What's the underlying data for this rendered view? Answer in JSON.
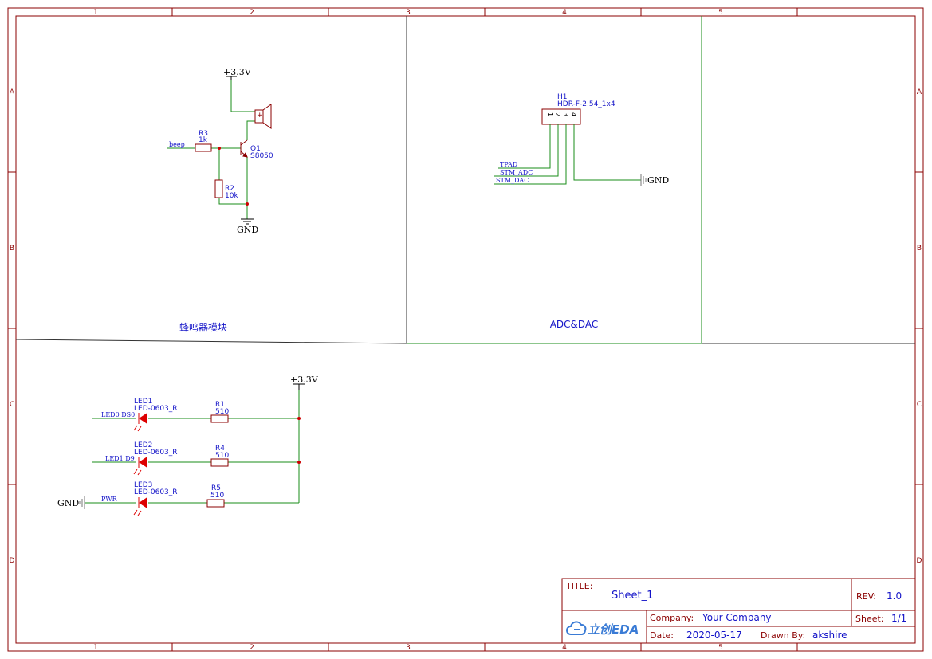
{
  "frame": {
    "column_labels": [
      "1",
      "2",
      "3",
      "4",
      "5"
    ],
    "row_labels": [
      "A",
      "B",
      "C",
      "D"
    ]
  },
  "colors": {
    "frame": "#8b0000",
    "wire": "#1a8c1a",
    "label_blue": "#1414c8",
    "component": "#8b0000",
    "junction": "#cc0000",
    "led": "#dd0000",
    "gnd": "#777777"
  },
  "regions": {
    "buzzer_title": "蜂鸣器模块",
    "adc_title": "ADC&DAC"
  },
  "buzzer": {
    "vcc": "+3.3V",
    "gnd": "GND",
    "net_beep": "beep",
    "r3_ref": "R3",
    "r3_val": "1k",
    "r2_ref": "R2",
    "r2_val": "10k",
    "q1_ref": "Q1",
    "q1_val": "S8050",
    "speaker_plus": "+"
  },
  "header": {
    "ref": "H1",
    "value": "HDR-F-2.54_1x4",
    "pins": [
      "1",
      "2",
      "3",
      "4"
    ],
    "nets": [
      "TPAD",
      "STM_ADC",
      "STM_DAC"
    ],
    "gnd": "GND"
  },
  "leds": {
    "vcc": "+3.3V",
    "gnd": "GND",
    "rows": [
      {
        "led_ref": "LED1",
        "led_val": "LED-0603_R",
        "net": "LED0 DS0",
        "r_ref": "R1",
        "r_val": "510"
      },
      {
        "led_ref": "LED2",
        "led_val": "LED-0603_R",
        "net": "LED1 D9",
        "r_ref": "R4",
        "r_val": "510"
      },
      {
        "led_ref": "LED3",
        "led_val": "LED-0603_R",
        "net": "PWR",
        "r_ref": "R5",
        "r_val": "510"
      }
    ]
  },
  "title_block": {
    "title_label": "TITLE:",
    "title": "Sheet_1",
    "rev_label": "REV:",
    "rev": "1.0",
    "company_label": "Company:",
    "company": "Your Company",
    "sheet_label": "Sheet:",
    "sheet": "1/1",
    "date_label": "Date:",
    "date": "2020-05-17",
    "drawn_label": "Drawn By:",
    "drawn_by": "akshire",
    "logo_text": "立创EDA"
  }
}
